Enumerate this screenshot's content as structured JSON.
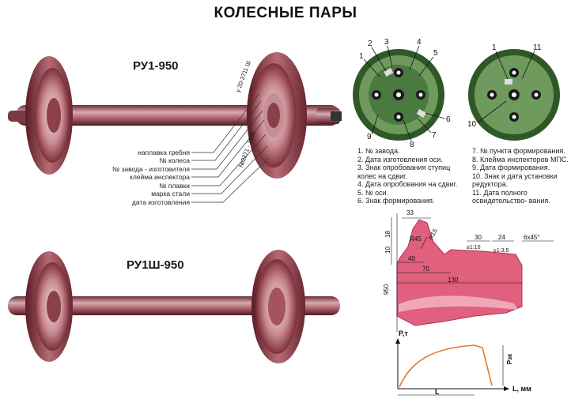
{
  "title": "КОЛЕСНЫЕ ПАРЫ",
  "models": {
    "top": "РУ1-950",
    "bottom": "РУ1Ш-950"
  },
  "wheel_stamp_texts": [
    "у 20-3711 Ш",
    "№2271 · 1991"
  ],
  "axle_labels": [
    "наплавка гребня",
    "№ колеса",
    "№ завода - изготовителя",
    "клейма инспектора",
    "№ плавки",
    "марка стали",
    "дата изготовления"
  ],
  "face_callouts_left": [
    "1",
    "2",
    "3",
    "4",
    "5",
    "6",
    "7",
    "8",
    "9"
  ],
  "face_callouts_right": [
    "1",
    "11",
    "10"
  ],
  "legend_left": [
    "1. № завода.",
    "2. Дата изготовления оси.",
    "3. Знак опробования ступиц колес на сдвиг.",
    "4. Дата опробования на сдвиг.",
    "5. № оси.",
    "6. Знак формирования."
  ],
  "legend_right": [
    "7. № пункта формирования.",
    "8. Клейма инспекторов МПС.",
    "9. Дата формирования.",
    "10. Знак и дата установки редуктора.",
    "11. Дата полного освидетельство- вания."
  ],
  "profile_dims": {
    "d33": "33",
    "d18": "18",
    "d10": "10",
    "r45": "R45",
    "r15": "R15",
    "d40": "40",
    "d70": "70",
    "d130": "130",
    "d30": "30",
    "d24": "24",
    "chamfer": "6x45°",
    "slope1": "≥1:10",
    "slope2": "≥1:3,5",
    "d950": "950"
  },
  "graph": {
    "ylabel": "P,т",
    "xlabel": "L, мм",
    "xspan": "L",
    "yspan": "Pзк"
  },
  "colors": {
    "wheel": "#8b3a44",
    "wheel_light": "#c98a90",
    "face_green": "#3f6b35",
    "profile_pink": "#e0607e",
    "curve": "#e07a3a"
  }
}
